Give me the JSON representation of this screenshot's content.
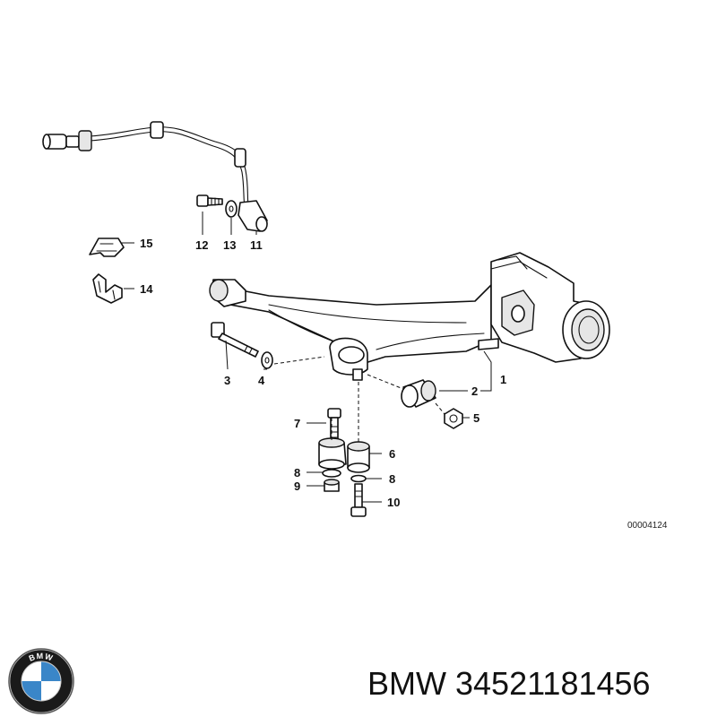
{
  "drawing_id": "00004124",
  "caption": {
    "brand": "BMW",
    "part_number": "34521181456"
  },
  "logo": {
    "name": "bmw-roundel",
    "letters": "BMW",
    "colors": {
      "blue": "#3a86c8",
      "white": "#ffffff",
      "ring": "#1a1a1a"
    }
  },
  "callouts": {
    "c1": "1",
    "c2": "2",
    "c3": "3",
    "c4": "4",
    "c5": "5",
    "c6": "6",
    "c7": "7",
    "c8a": "8",
    "c8b": "8",
    "c9": "9",
    "c10": "10",
    "c11": "11",
    "c12": "12",
    "c13": "13",
    "c14": "14",
    "c15": "15"
  }
}
